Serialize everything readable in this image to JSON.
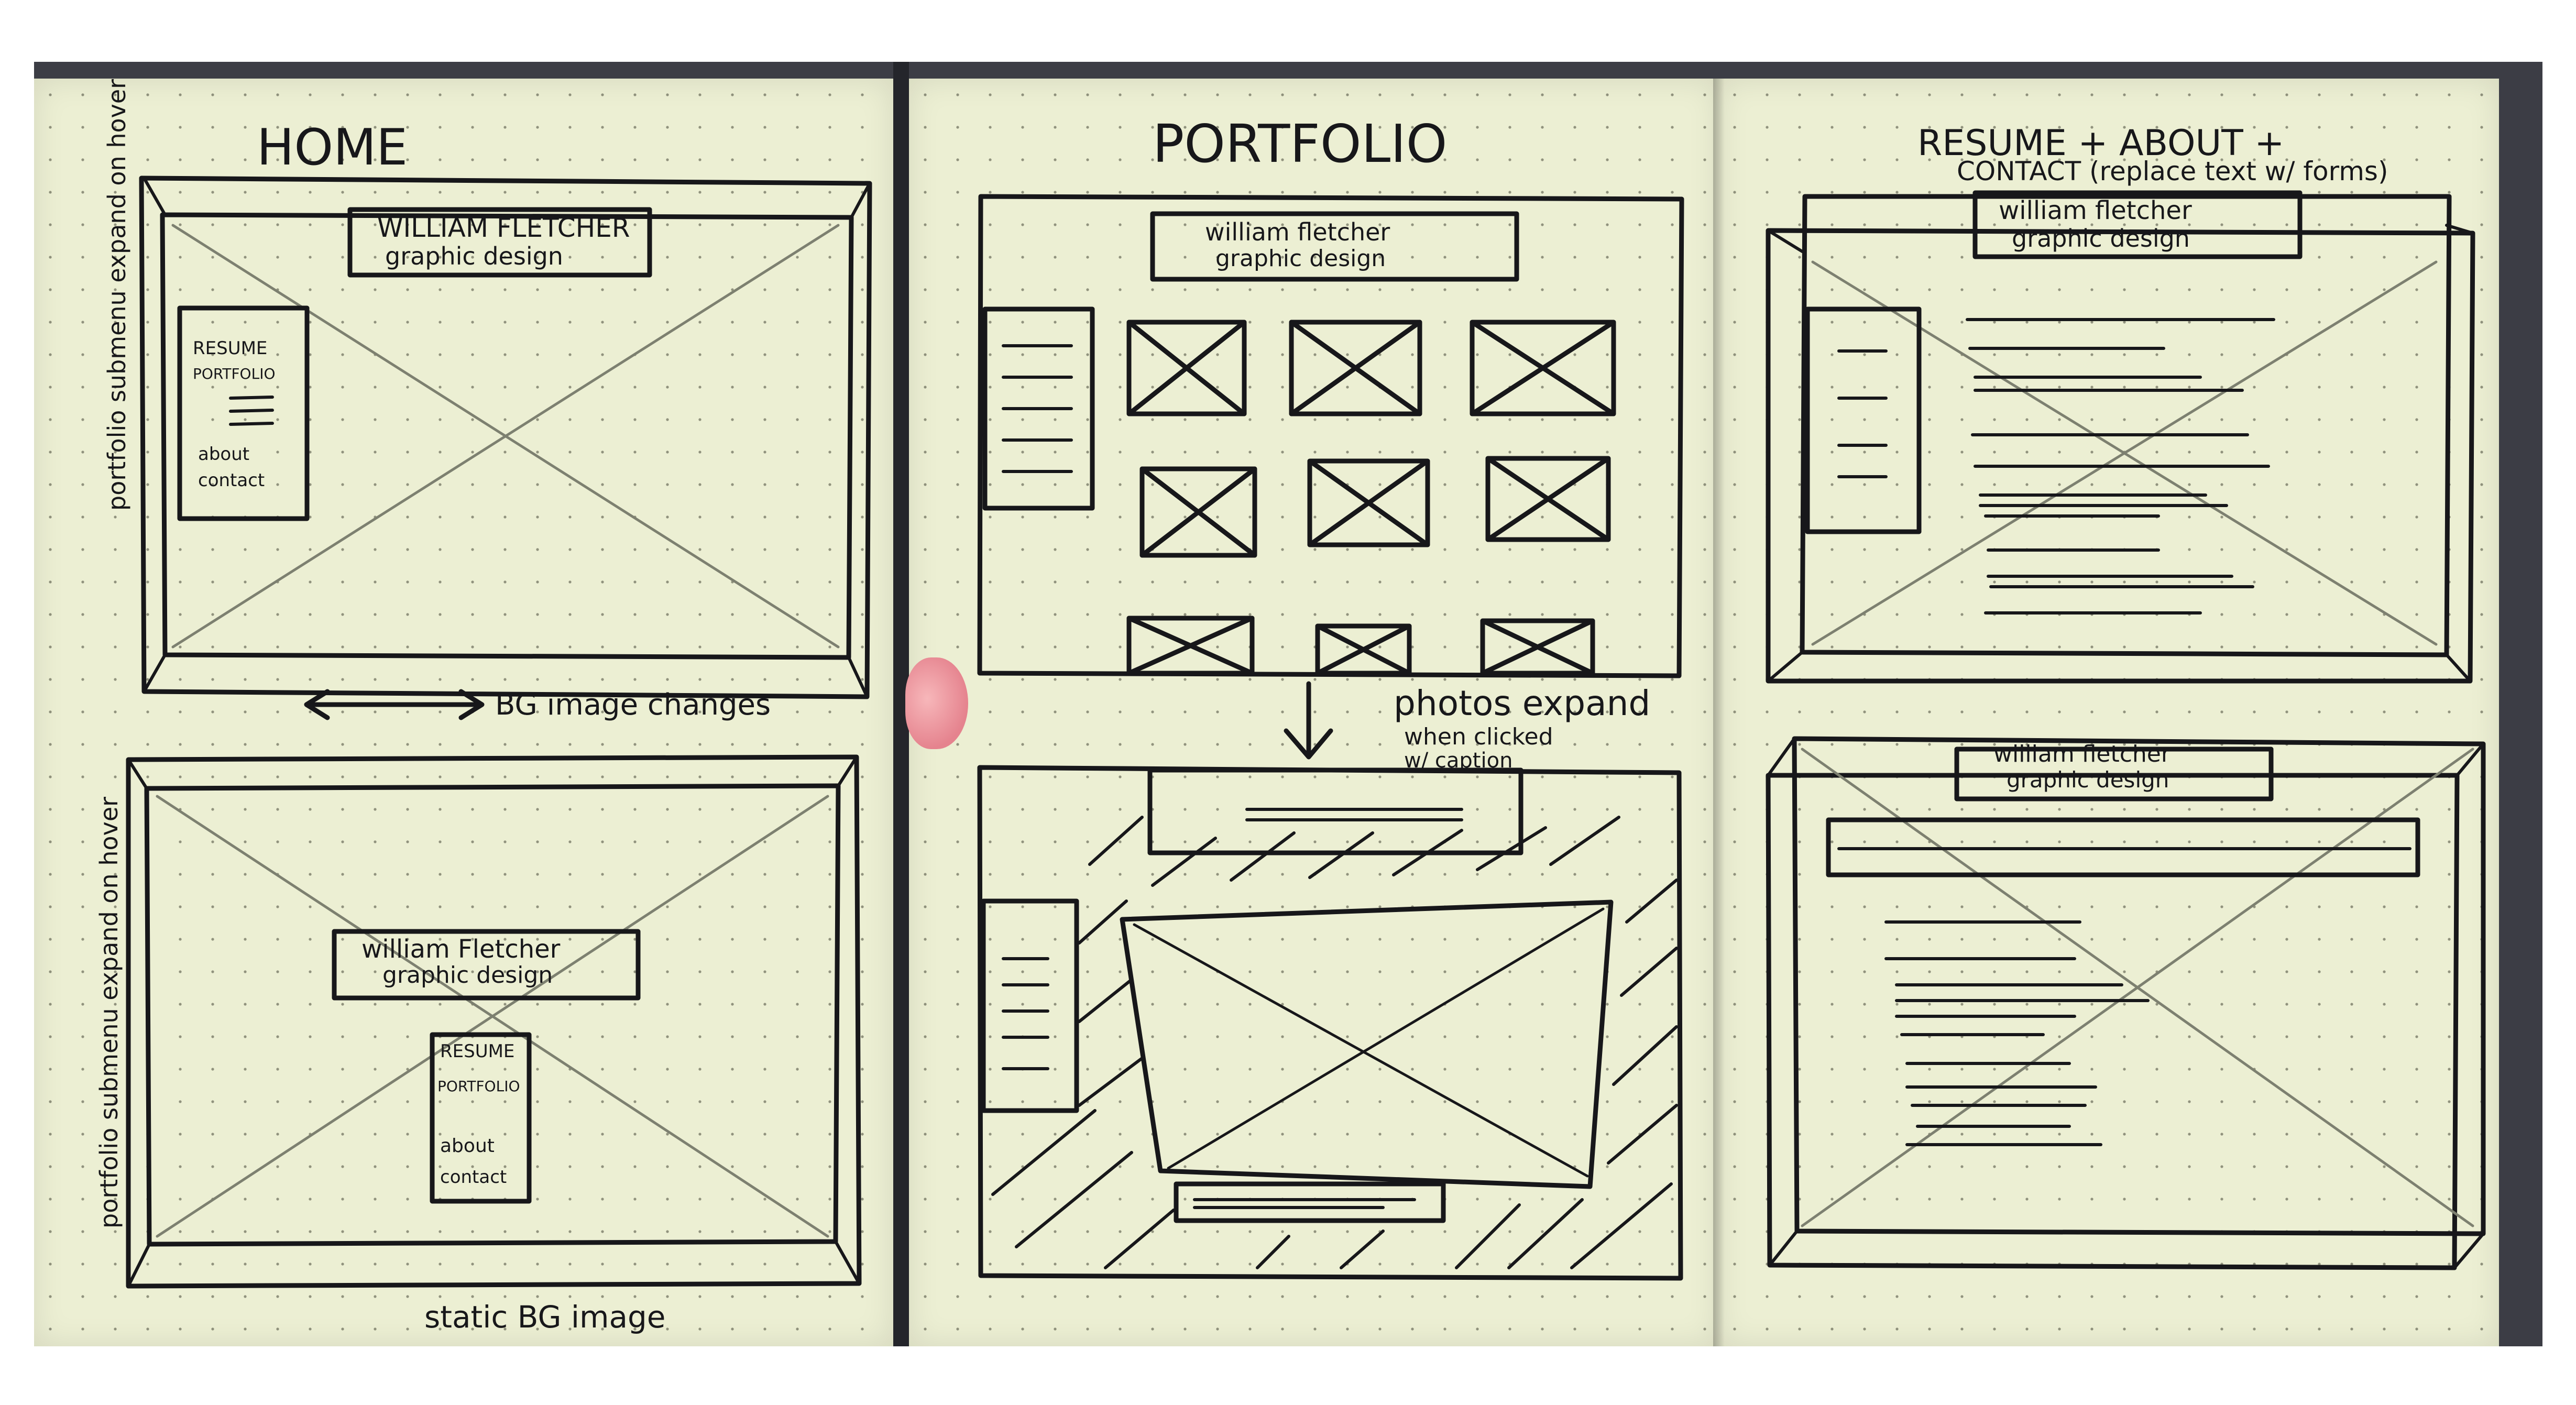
{
  "left_page": {
    "title": "HOME",
    "top_sketch": {
      "header": [
        "WILLIAM FLETCHER",
        "graphic design"
      ],
      "menu_items": [
        "RESUME",
        "PORTFOLIO",
        "about",
        "contact"
      ],
      "side_note": "portfolio submenu expand on hover"
    },
    "arrow_note": "BG image changes",
    "bottom_sketch": {
      "header": [
        "william Fletcher",
        "graphic design"
      ],
      "menu_items": [
        "RESUME",
        "PORTFOLIO",
        "about",
        "contact"
      ],
      "side_note": "portfolio submenu expand on hover"
    },
    "bottom_note": "static BG image"
  },
  "middle_page": {
    "title": "PORTFOLIO",
    "top_sketch": {
      "header": [
        "william fletcher",
        "graphic design"
      ]
    },
    "arrow_note": [
      "photos expand",
      "when clicked",
      "w/ caption"
    ],
    "bottom_sketch": {}
  },
  "right_page": {
    "title": [
      "RESUME + ABOUT +",
      "CONTACT (replace text w/ forms)"
    ],
    "top_sketch": {
      "header": [
        "william fletcher",
        "graphic design"
      ]
    },
    "bottom_sketch": {
      "header": [
        "william fletcher",
        "graphic design"
      ]
    }
  }
}
